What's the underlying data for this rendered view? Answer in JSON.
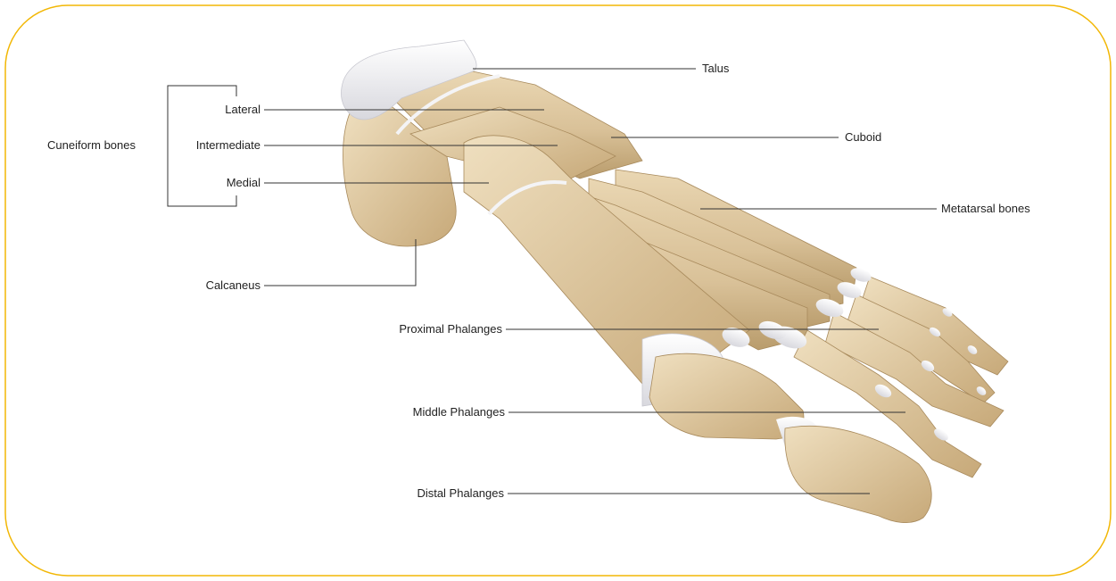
{
  "colors": {
    "frame_border": "#f2b705",
    "bone_fill": "#d9c198",
    "bone_shade": "#b99c6c",
    "bone_light": "#ead7b3",
    "cartilage": "#f2f2f4",
    "leader_line": "#333333",
    "label_text": "#222222"
  },
  "labels": {
    "talus": "Talus",
    "cuboid": "Cuboid",
    "metatarsal": "Metatarsal bones",
    "cuneiform_group": "Cuneiform bones",
    "lateral": "Lateral",
    "intermediate": "Intermediate",
    "medial": "Medial",
    "calcaneus": "Calcaneus",
    "proximal": "Proximal Phalanges",
    "middle": "Middle Phalanges",
    "distal": "Distal Phalanges"
  }
}
